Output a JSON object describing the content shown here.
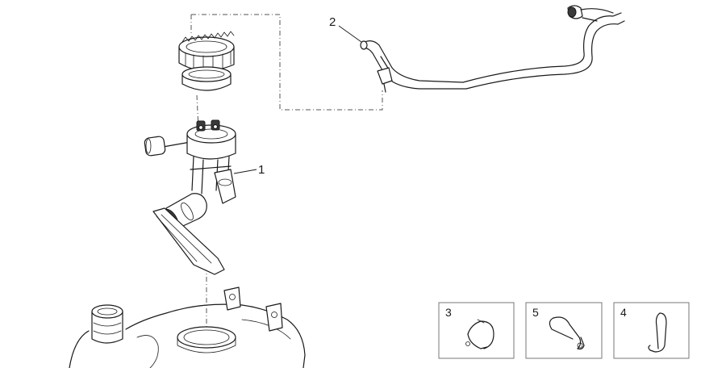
{
  "diagram": {
    "callouts": [
      {
        "id": "fuel-pump",
        "label": "1"
      },
      {
        "id": "hose",
        "label": "2"
      }
    ],
    "detail_boxes": [
      {
        "id": "clamp",
        "label": "3"
      },
      {
        "id": "wire-clip",
        "label": "5"
      },
      {
        "id": "hook-clip",
        "label": "4"
      }
    ]
  }
}
